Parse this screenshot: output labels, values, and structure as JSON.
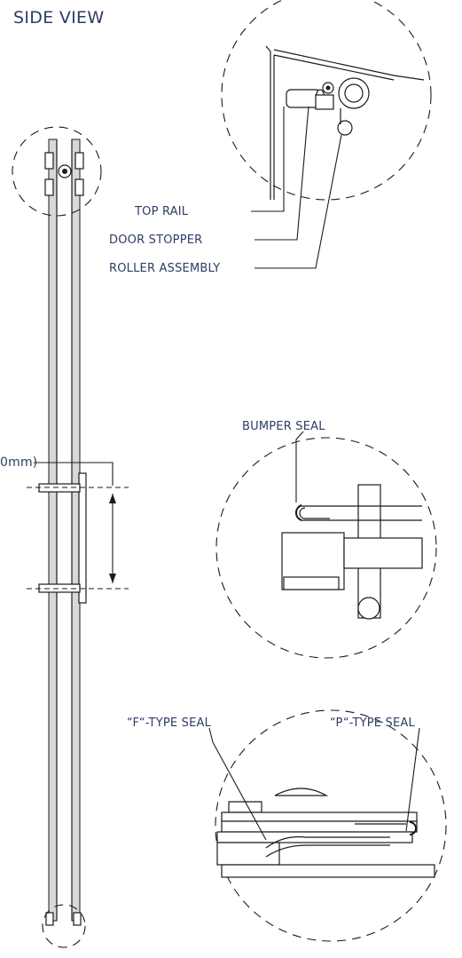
{
  "labels": {
    "title": "SIDE VIEW",
    "top_rail": "TOP RAIL",
    "door_stopper": "DOOR STOPPER",
    "roller_assembly": "ROLLER ASSEMBLY",
    "bumper_seal": "BUMPER SEAL",
    "f_type_seal": "“F“-TYPE SEAL",
    "p_type_seal": "“P“-TYPE SEAL",
    "dimension": "0mm)"
  }
}
